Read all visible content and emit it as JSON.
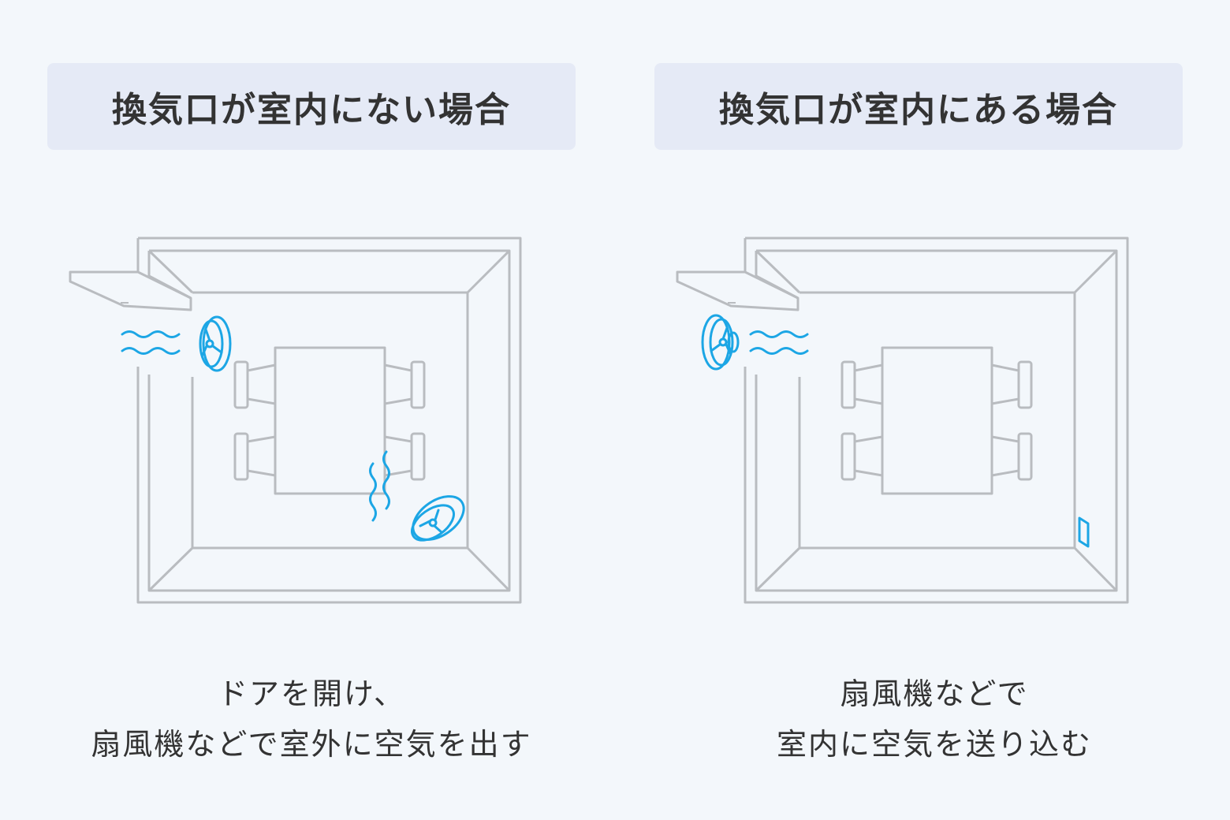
{
  "colors": {
    "background": "#f3f7fb",
    "title_background": "#e5eaf6",
    "wall_stroke": "#b9bcc0",
    "accent": "#1ca6e5",
    "text": "#333333"
  },
  "left_panel": {
    "title": "換気口が室内にない場合",
    "caption_lines": [
      "ドアを開け、",
      "扇風機などで室外に空気を出す"
    ],
    "icons": [
      "fan-icon",
      "airflow-icon",
      "fan-icon",
      "airflow-icon"
    ]
  },
  "right_panel": {
    "title": "換気口が室内にある場合",
    "caption_lines": [
      "扇風機などで",
      "室内に空気を送り込む"
    ],
    "icons": [
      "fan-icon",
      "airflow-icon",
      "vent-icon"
    ]
  }
}
